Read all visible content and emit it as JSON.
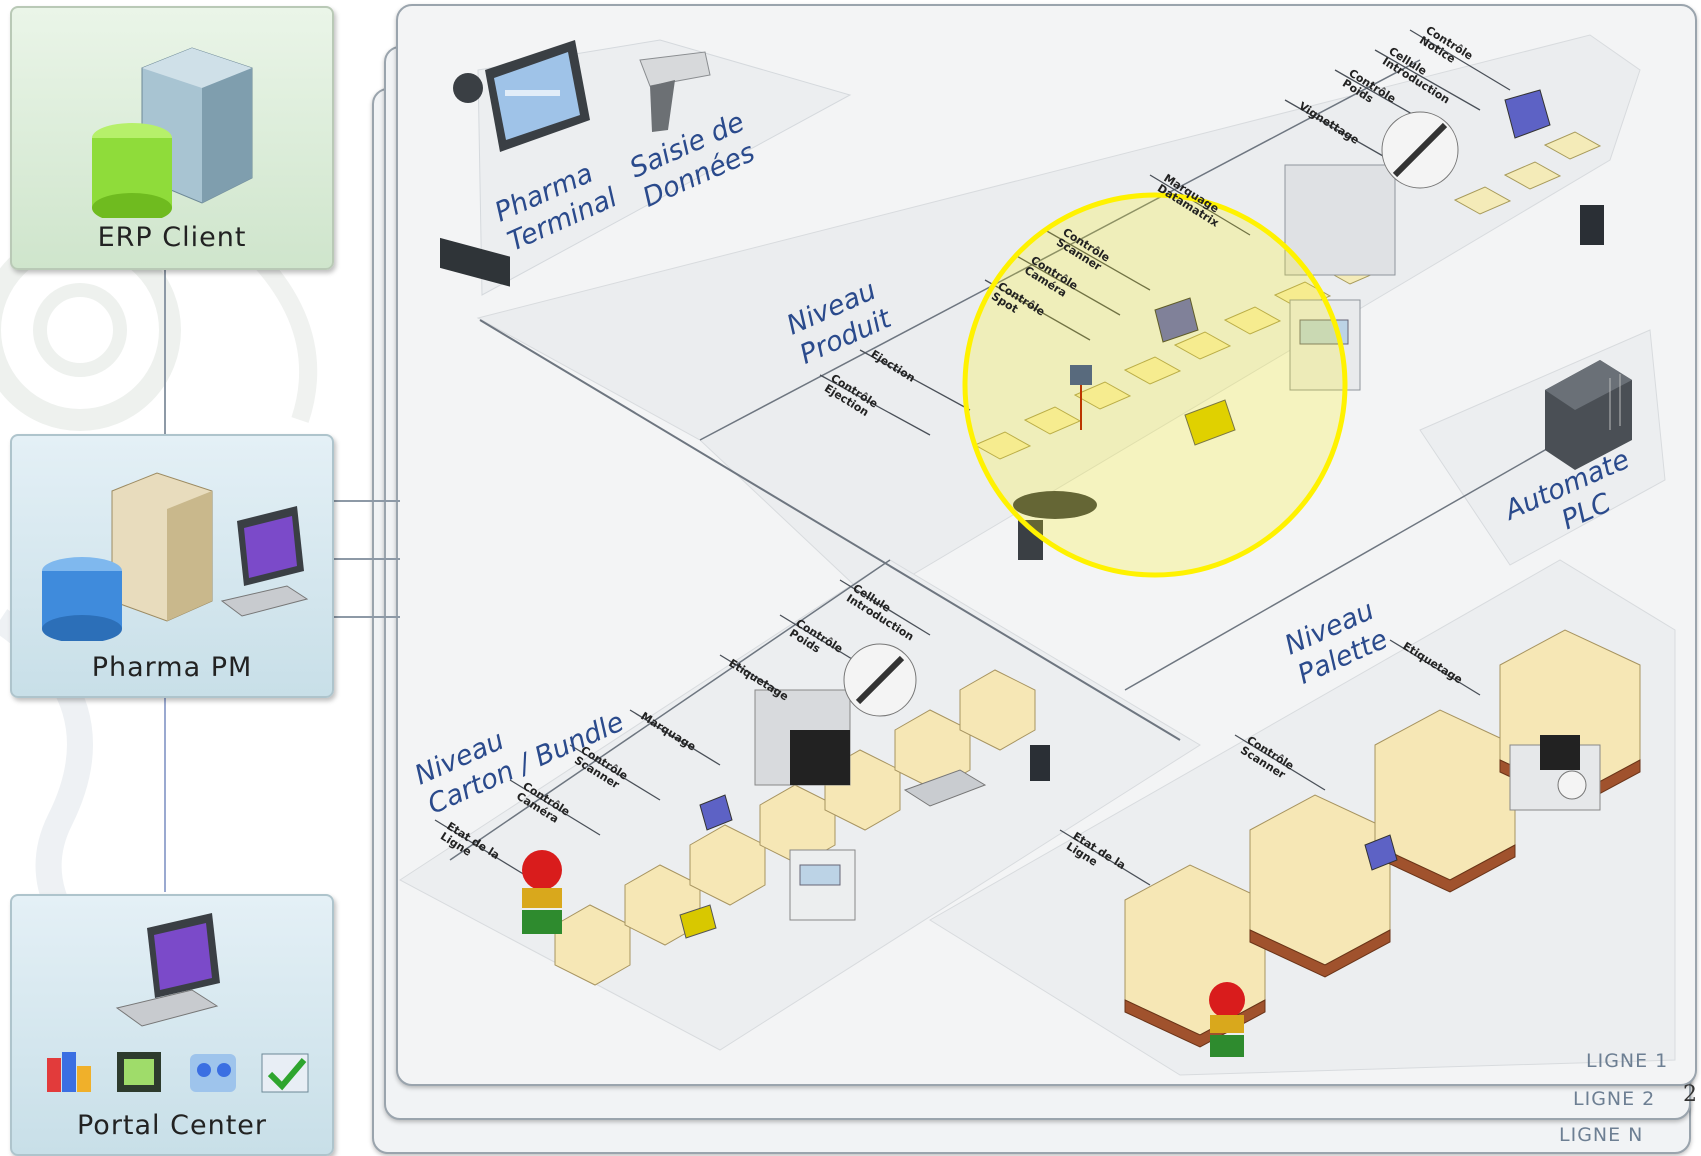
{
  "left_panels": {
    "erp": {
      "label": "ERP Client"
    },
    "pharma_pm": {
      "label": "Pharma PM"
    },
    "portal": {
      "label": "Portal Center"
    }
  },
  "lines": {
    "line1": "LIGNE 1",
    "line2": "LIGNE 2",
    "lineN": "LIGNE N",
    "stray_mark": "2"
  },
  "top_devices": {
    "terminal": {
      "line1": "Pharma",
      "line2": "Terminal"
    },
    "scanner": {
      "line1": "Saisie de",
      "line2": "Données"
    }
  },
  "sections": {
    "produit": {
      "line1": "Niveau",
      "line2": "Produit"
    },
    "carton": {
      "line1": "Niveau",
      "line2": "Carton / Bundle"
    },
    "palette": {
      "line1": "Niveau",
      "line2": "Palette"
    },
    "plc": {
      "line1": "Automate",
      "line2": "PLC"
    }
  },
  "produit_stations": {
    "controle_notice": [
      "Contrôle",
      "Notice"
    ],
    "cellule_introduction": [
      "Cellule",
      "Introduction"
    ],
    "controle_poids": [
      "Contrôle",
      "Poids"
    ],
    "vignettage": [
      "Vignettage"
    ],
    "marquage": [
      "Marquage",
      "Datamatrix"
    ],
    "controle_scanner": [
      "Contrôle",
      "Scanner"
    ],
    "controle_camera": [
      "Contrôle",
      "Caméra"
    ],
    "controle_spot": [
      "Contrôle",
      "Spot"
    ],
    "ejection": [
      "Ejection"
    ],
    "controle_ejection": [
      "Contrôle",
      "Ejection"
    ]
  },
  "carton_stations": {
    "cellule_introduction": [
      "Cellule",
      "Introduction"
    ],
    "controle_poids": [
      "Contrôle",
      "Poids"
    ],
    "etiquetage": [
      "Etiquetage"
    ],
    "marquage": [
      "Marquage"
    ],
    "controle_scanner": [
      "Contrôle",
      "Scanner"
    ],
    "controle_camera": [
      "Contrôle",
      "Caméra"
    ],
    "etat_ligne": [
      "Etat de la",
      "Ligne"
    ]
  },
  "palette_stations": {
    "etiquetage": [
      "Etiquetage"
    ],
    "controle_scanner": [
      "Contrôle",
      "Scanner"
    ],
    "etat_ligne": [
      "Etat de la",
      "Ligne"
    ]
  },
  "colors": {
    "highlight": "#fff200",
    "section_text": "#2a4a8c",
    "box": "#f6e7b5",
    "pallet": "#a0522d",
    "panel_green": "#d7ebd3",
    "panel_blue": "#d2e6ee"
  }
}
